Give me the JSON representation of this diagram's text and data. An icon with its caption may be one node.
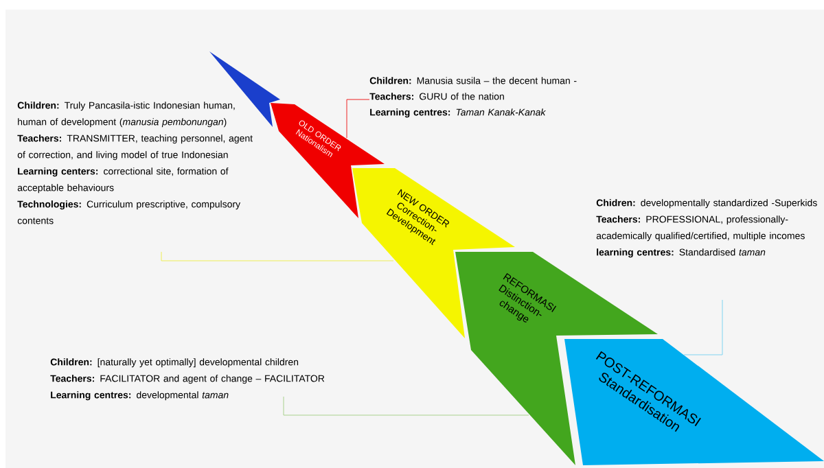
{
  "diagram": {
    "nodes": [
      {
        "text": [],
        "shape": "chevron"
      },
      {
        "text": [
          "OLD ORDER",
          "Nationalism"
        ]
      },
      {
        "text": [
          "NEW ORDER",
          "Correction-Development"
        ]
      },
      {
        "text": [
          "REFORMASI",
          "Distinction-change"
        ]
      },
      {
        "text": [
          "POST-REFORMASI",
          "Standardisation"
        ]
      },
      {
        "text": [
          "**Children:** Manusia susila – the decent human -",
          "**Teachers:** GURU of the nation",
          "**Learning centres:** *Taman Kanak-Kanak*"
        ]
      },
      {
        "text": [
          "**Children:** Truly Pancasila-istic Indonesian human, human of development (*manusia pembonungan*)",
          "**Teachers:** TRANSMITTER, teaching personnel, agent of correction, and living model of true Indonesian",
          "**Learning centers:** correctional site, formation of acceptable behaviours",
          "**Technologies:** Curriculum prescriptive, compulsory contents"
        ]
      },
      {
        "text": [
          "**Chidren:** developmentally standardized -Superkids",
          "**Teachers:** PROFESSIONAL, professionally-academically qualified/certified, multiple incomes",
          "**learning centres:** Standardised *taman*"
        ]
      },
      {
        "text": [
          "**Children:** [naturally yet optimally] developmental children",
          "**Teachers:** FACILITATOR and agent of change – FACILITATOR",
          "**Learning centres:** developmental *taman*"
        ]
      }
    ],
    "edges": [
      {
        "from": 5,
        "to": 1,
        "arrow": "none",
        "color": "#ee2222"
      },
      {
        "from": 6,
        "to": 2,
        "arrow": "none",
        "color": "#eeee55"
      },
      {
        "from": 8,
        "to": 3,
        "arrow": "none",
        "color": "#a8d08d"
      },
      {
        "from": 7,
        "to": 4,
        "arrow": "none",
        "color": "#80d4f0"
      }
    ]
  }
}
